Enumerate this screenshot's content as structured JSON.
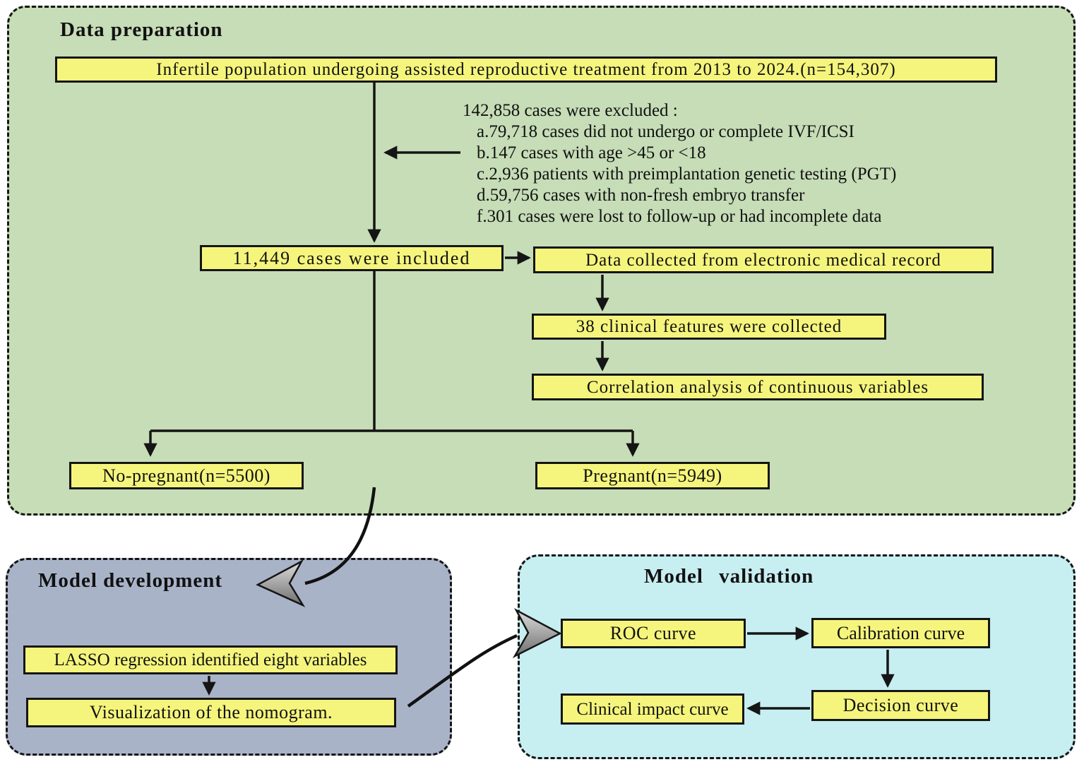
{
  "colors": {
    "green": "#c6ddb7",
    "blue": "#a9b3c8",
    "cyan": "#c7eef1",
    "yellow": "#f5f57d",
    "ink": "#151515",
    "text": "#111111",
    "gray_arrow": "#9a9a9a"
  },
  "panels": {
    "data_preparation": {
      "title": "Data preparation",
      "box_population": "Infertile population undergoing assisted reproductive treatment from 2013 to 2024.(n=154,307)",
      "exclusions": {
        "header": "142,858 cases were excluded :",
        "items": [
          "a.79,718 cases did not undergo or complete IVF/ICSI",
          "b.147 cases with age >45 or <18",
          "c.2,936 patients with preimplantation genetic testing (PGT)",
          "d.59,756 cases with non-fresh embryo transfer",
          "f.301 cases were lost to follow-up or had incomplete data"
        ]
      },
      "box_included": "11,449 cases were included",
      "box_emr": "Data collected from electronic medical record",
      "box_features": "38 clinical features were collected",
      "box_correlation": "Correlation analysis of continuous variables",
      "box_no_pregnant": "No-pregnant(n=5500)",
      "box_pregnant": "Pregnant(n=5949)"
    },
    "model_development": {
      "title": "Model development",
      "box_lasso": "LASSO regression identified eight variables",
      "box_nomogram": "Visualization of the nomogram."
    },
    "model_validation": {
      "title": "Model  validation",
      "box_roc": "ROC curve",
      "box_calibration": "Calibration curve",
      "box_decision": "Decision curve",
      "box_clinical": "Clinical impact curve"
    }
  }
}
